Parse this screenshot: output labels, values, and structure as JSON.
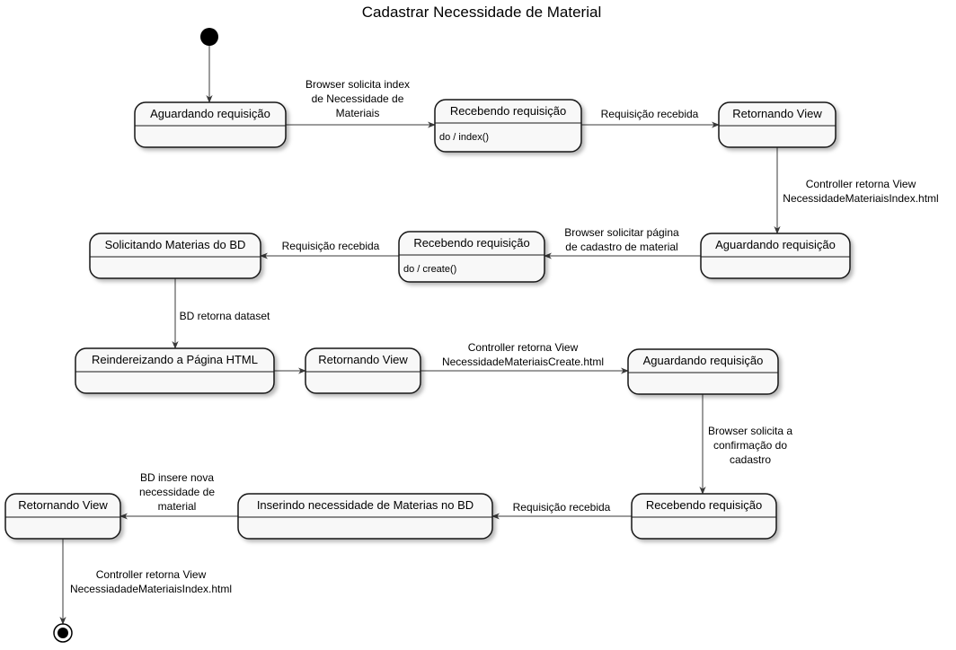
{
  "diagram": {
    "title": "Cadastrar Necessidade de Material",
    "states": [
      {
        "id": "s1",
        "name": "Aguardando requisição",
        "action": ""
      },
      {
        "id": "s2",
        "name": "Recebendo requisição",
        "action": "do / index()"
      },
      {
        "id": "s3",
        "name": "Retornando View",
        "action": ""
      },
      {
        "id": "s4",
        "name": "Aguardando requisição",
        "action": ""
      },
      {
        "id": "s5",
        "name": "Recebendo requisição",
        "action": "do / create()"
      },
      {
        "id": "s6",
        "name": "Solicitando Materias do BD",
        "action": ""
      },
      {
        "id": "s7",
        "name": "Reindereizando a Página HTML",
        "action": ""
      },
      {
        "id": "s8",
        "name": "Retornando View",
        "action": ""
      },
      {
        "id": "s9",
        "name": "Aguardando requisição",
        "action": ""
      },
      {
        "id": "s10",
        "name": "Recebendo requisição",
        "action": ""
      },
      {
        "id": "s11",
        "name": "Inserindo necessidade de Materias no BD",
        "action": ""
      },
      {
        "id": "s12",
        "name": "Retornando View",
        "action": ""
      }
    ],
    "transitions": [
      {
        "from": "start",
        "to": "s1",
        "label": []
      },
      {
        "from": "s1",
        "to": "s2",
        "label": [
          "Browser solicita index",
          "de Necessidade de",
          "Materiais"
        ]
      },
      {
        "from": "s2",
        "to": "s3",
        "label": [
          "Requisição recebida"
        ]
      },
      {
        "from": "s3",
        "to": "s4",
        "label": [
          "Controller retorna View",
          "NecessidadeMateriaisIndex.html"
        ]
      },
      {
        "from": "s4",
        "to": "s5",
        "label": [
          "Browser solicitar página",
          "de cadastro de material"
        ]
      },
      {
        "from": "s5",
        "to": "s6",
        "label": [
          "Requisição recebida"
        ]
      },
      {
        "from": "s6",
        "to": "s7",
        "label": [
          "BD retorna dataset"
        ]
      },
      {
        "from": "s7",
        "to": "s8",
        "label": []
      },
      {
        "from": "s8",
        "to": "s9",
        "label": [
          "Controller retorna View",
          "NecessidadeMateriaisCreate.html"
        ]
      },
      {
        "from": "s9",
        "to": "s10",
        "label": [
          "Browser solicita a",
          "confirmação do",
          "cadastro"
        ]
      },
      {
        "from": "s10",
        "to": "s11",
        "label": [
          "Requisição recebida"
        ]
      },
      {
        "from": "s11",
        "to": "s12",
        "label": [
          "BD insere nova",
          "necessidade de",
          "material"
        ]
      },
      {
        "from": "s12",
        "to": "end",
        "label": [
          "Controller retorna View",
          "NecessiadadeMateriaisIndex.html"
        ]
      }
    ]
  }
}
